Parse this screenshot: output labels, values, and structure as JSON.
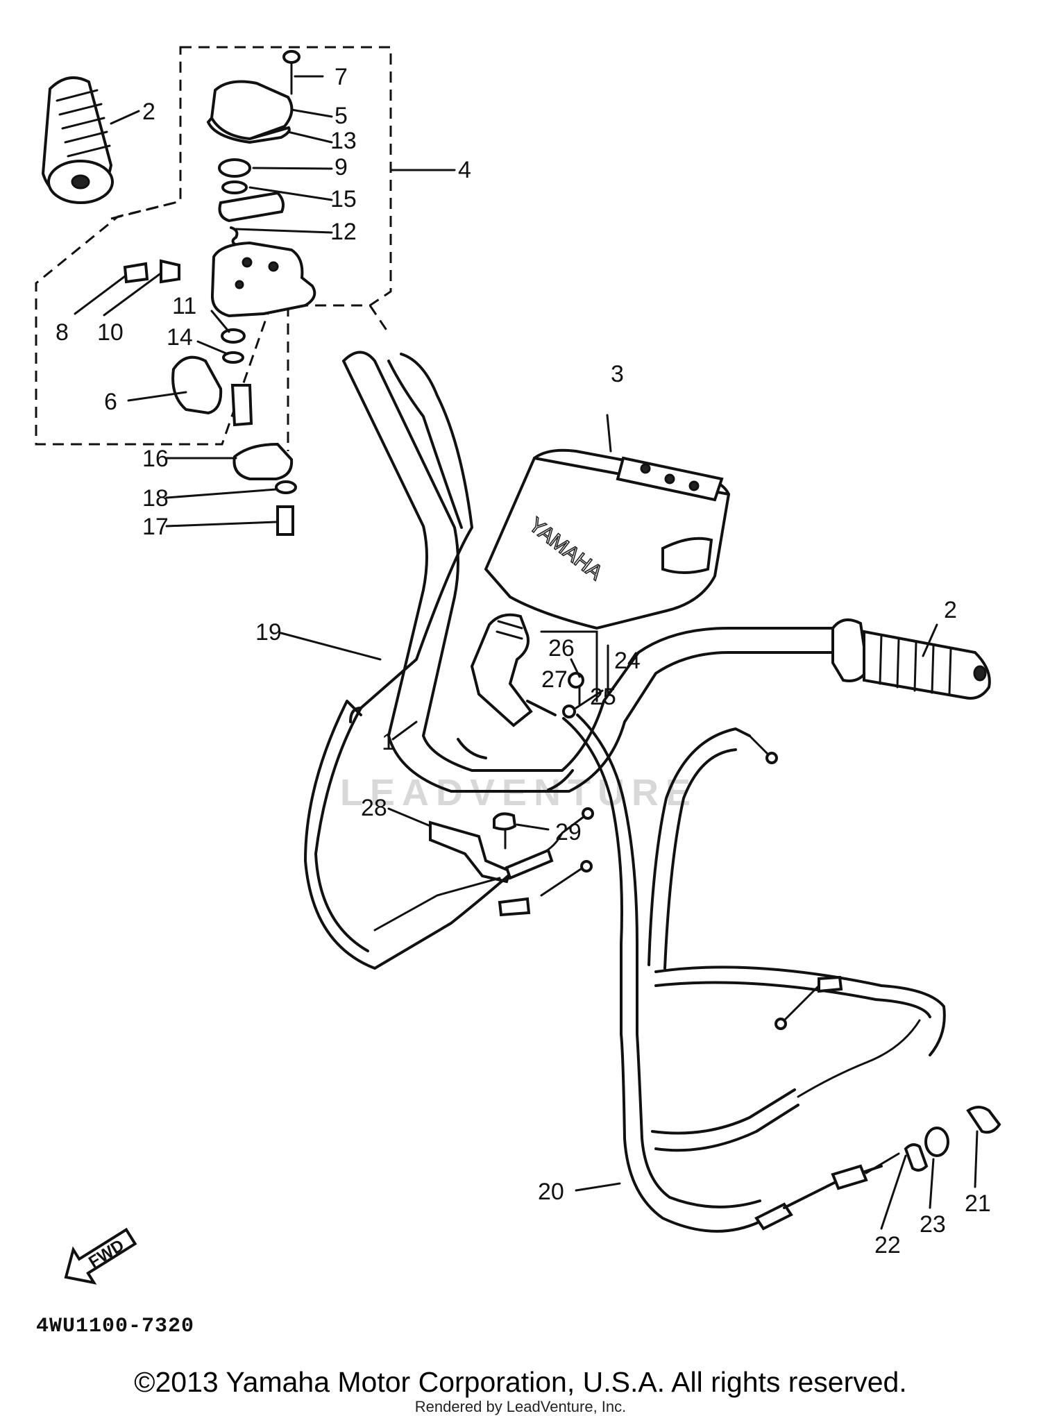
{
  "diagram": {
    "drawing_code": "4WU1100-7320",
    "fwd_label": "FWD",
    "brand_mark": "YAMAHA",
    "watermark": "LEADVENTURE",
    "callouts": [
      "1",
      "2",
      "2",
      "3",
      "4",
      "5",
      "6",
      "7",
      "8",
      "9",
      "10",
      "11",
      "12",
      "13",
      "14",
      "15",
      "16",
      "17",
      "18",
      "19",
      "20",
      "21",
      "22",
      "23",
      "24",
      "25",
      "26",
      "27",
      "28",
      "29"
    ]
  },
  "footer": {
    "copyright": "©2013 Yamaha Motor Corporation, U.S.A. All rights reserved.",
    "rendered_by": "Rendered by LeadVenture, Inc."
  }
}
